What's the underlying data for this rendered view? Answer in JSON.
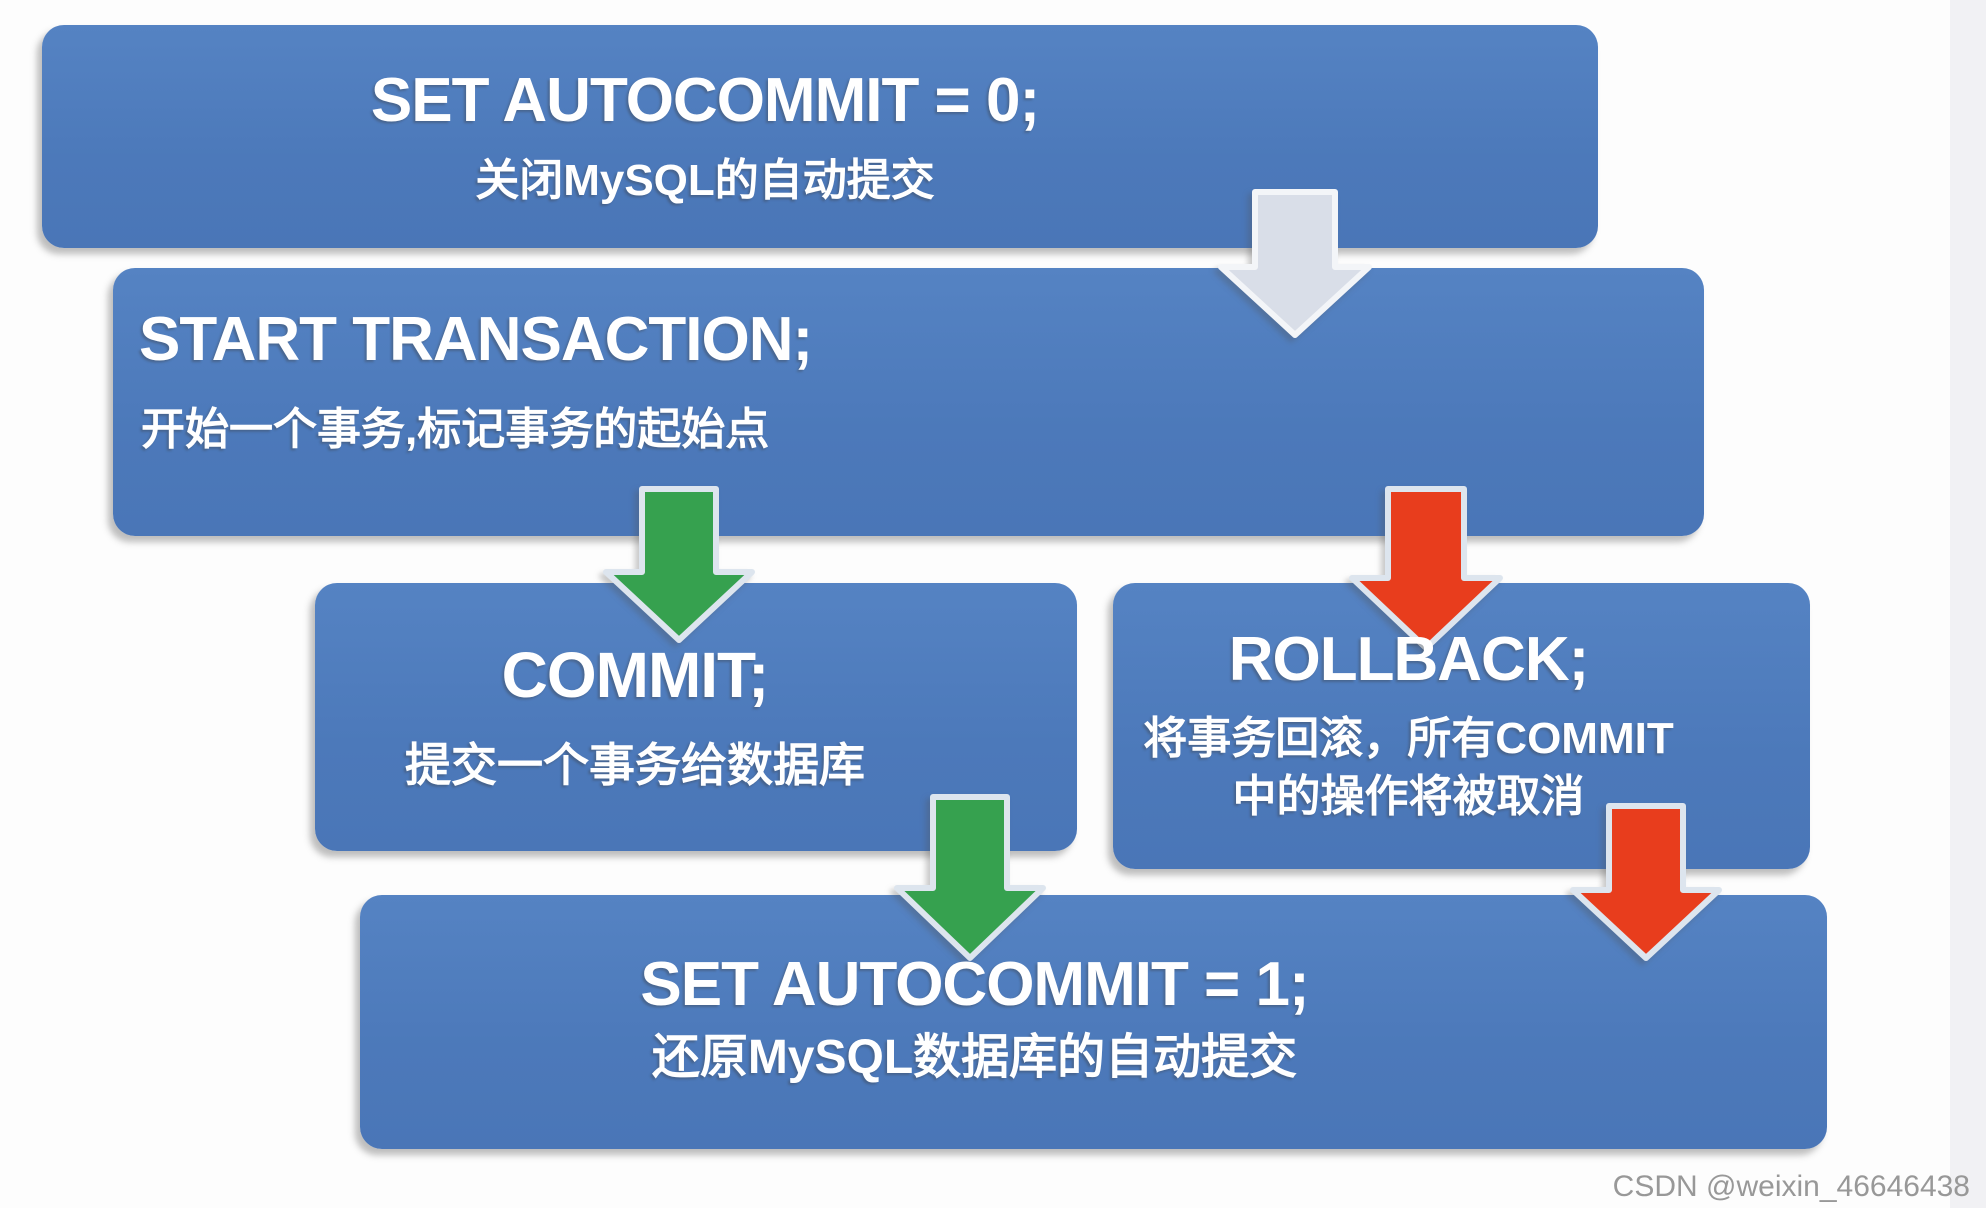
{
  "diagram": {
    "topic": "MySQL transaction flow",
    "boxes": {
      "set_autocommit_0": {
        "title": "SET AUTOCOMMIT = 0;",
        "subtitle": "关闭MySQL的自动提交"
      },
      "start_transaction": {
        "title": "START TRANSACTION;",
        "subtitle": "开始一个事务,标记事务的起始点"
      },
      "commit": {
        "title": "COMMIT;",
        "subtitle": "提交一个事务给数据库"
      },
      "rollback": {
        "title": "ROLLBACK;",
        "subtitle_line1": "将事务回滚，所有COMMIT",
        "subtitle_line2": "中的操作将被取消"
      },
      "set_autocommit_1": {
        "title": "SET AUTOCOMMIT = 1;",
        "subtitle": "还原MySQL数据库的自动提交"
      }
    },
    "arrows": [
      {
        "name": "autocommit0-to-start-transaction",
        "color": "#d9dee8",
        "direction": "down"
      },
      {
        "name": "start-transaction-to-commit",
        "color": "#36a14f",
        "direction": "down"
      },
      {
        "name": "start-transaction-to-rollback",
        "color": "#e83d1d",
        "direction": "down"
      },
      {
        "name": "commit-to-autocommit1",
        "color": "#36a14f",
        "direction": "down"
      },
      {
        "name": "rollback-to-autocommit1",
        "color": "#e83d1d",
        "direction": "down"
      }
    ]
  },
  "colors": {
    "box_blue": "#4d7abc",
    "arrow_gray": "#d9dee8",
    "arrow_green": "#36a14f",
    "arrow_red": "#e83d1d",
    "text_white": "#ffffff",
    "watermark_gray": "#989898"
  },
  "watermark": "CSDN @weixin_46646438"
}
